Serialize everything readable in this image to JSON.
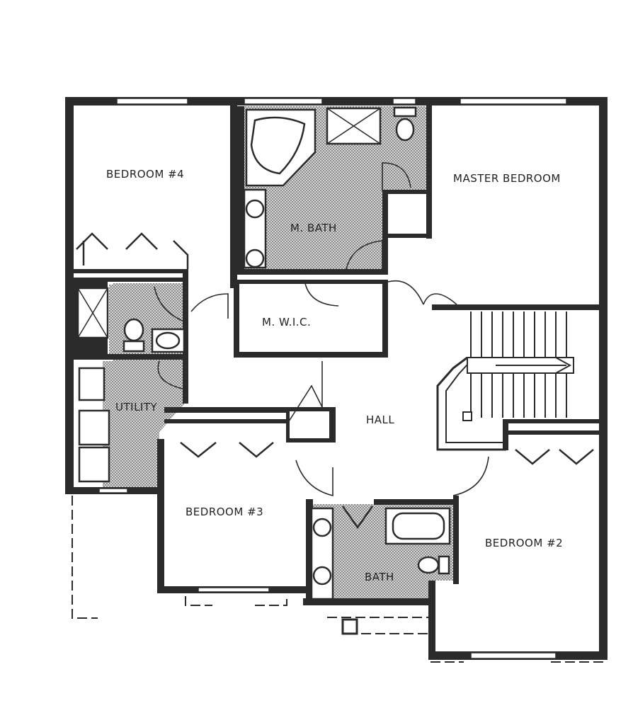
{
  "rooms": {
    "bedroom4": "BEDROOM #4",
    "master_bath": "M. BATH",
    "master_bedroom": "MASTER BEDROOM",
    "master_wic": "M. W.I.C.",
    "utility": "UTILITY",
    "hall": "HALL",
    "bedroom3": "BEDROOM #3",
    "bath": "BATH",
    "bedroom2": "BEDROOM #2"
  },
  "colors": {
    "wall": "#2b2b2b",
    "wet_area_fill": "#b5b5b5",
    "background": "#ffffff"
  }
}
